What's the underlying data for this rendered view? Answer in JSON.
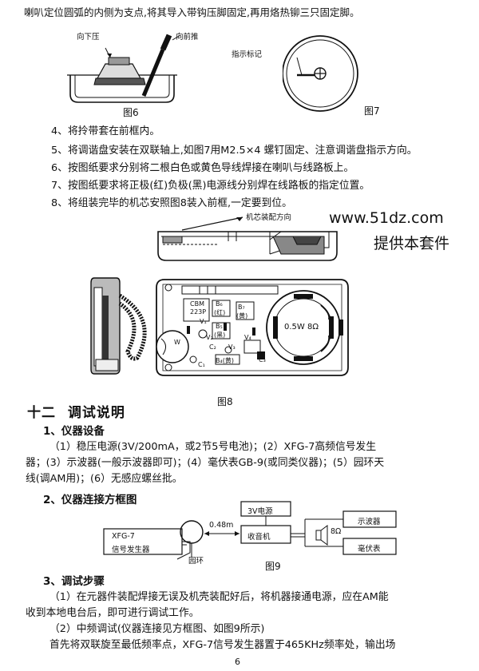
{
  "top_line": "喇叭定位圆弧的内侧为支点,将其导入带钩压脚固定,再用烙热铆三只固定脚。",
  "fig6": {
    "label_press": "向下压",
    "label_push": "向前推",
    "caption": "图6"
  },
  "fig7": {
    "label": "指示标记",
    "caption": "图7"
  },
  "steps": [
    "4、将拎带套在前框内。",
    "5、将调谐盘安装在双联轴上,如图7用M2.5×4 螺钉固定、注意调谐盘指示方向。",
    "6、按图纸要求分别将二根白色或黄色导线焊接在喇叭与线路板上。",
    "7、按图纸要求将正极(红)负极(黑)电源线分别焊在线路板的指定位置。",
    "8、将组装完毕的机芯安照图8装入前框,一定要到位。"
  ],
  "fig8": {
    "label_direction": "机芯装配方向",
    "chip_line1": "CBM",
    "chip_line2": "223P",
    "speaker_text": "0.5W  8Ω",
    "b6": "B₆",
    "b6_color": "(红)",
    "b5": "B₅",
    "b5_color": "(黑)",
    "b7": "B₇",
    "b7_color": "(黄)",
    "b4": "B₄(黄)",
    "v1": "V₁",
    "v2": "V₂",
    "v3": "V₃",
    "v4": "V₄",
    "c1": "C₁",
    "c2": "C₂",
    "c3": "C₃",
    "w": "W",
    "caption": "图8"
  },
  "watermark": {
    "line1": "www.51dz.com",
    "line2": "提供本套件"
  },
  "section12": {
    "number": "十二",
    "title": "调试说明"
  },
  "sub1": {
    "title": "1、仪器设备",
    "lines": [
      "（1）稳压电源(3V/200mA，或2节5号电池)；(2）XFG-7高频信号发生",
      "器；(3）示波器(一般示波器即可)；(4）毫伏表GB-9(或同类仪器)；(5）园环天",
      "线(调AM用)；(6）无感应螺丝批。"
    ]
  },
  "sub2": {
    "title": "2、仪器连接方框图"
  },
  "fig9": {
    "power": "3V电源",
    "gen_line1": "XFG-7",
    "gen_line2": "信号发生器",
    "dist": "0.48m",
    "loop": "园环",
    "radio": "收音机",
    "ohm": "8Ω",
    "scope": "示波器",
    "mv": "毫伏表",
    "caption": "图9"
  },
  "sub3": {
    "title": "3、调试步骤",
    "lines": [
      "（1）在元器件装配焊接无误及机壳装配好后，将机器接通电源，应在AM能",
      "收到本地电台后，即可进行调试工作。",
      "（2）中频调试(仪器连接见方框图、如图9所示)",
      "首先将双联旋至最低频率点，XFG-7信号发生器置于465KHz频率处，输出场"
    ]
  },
  "page_number": "6"
}
